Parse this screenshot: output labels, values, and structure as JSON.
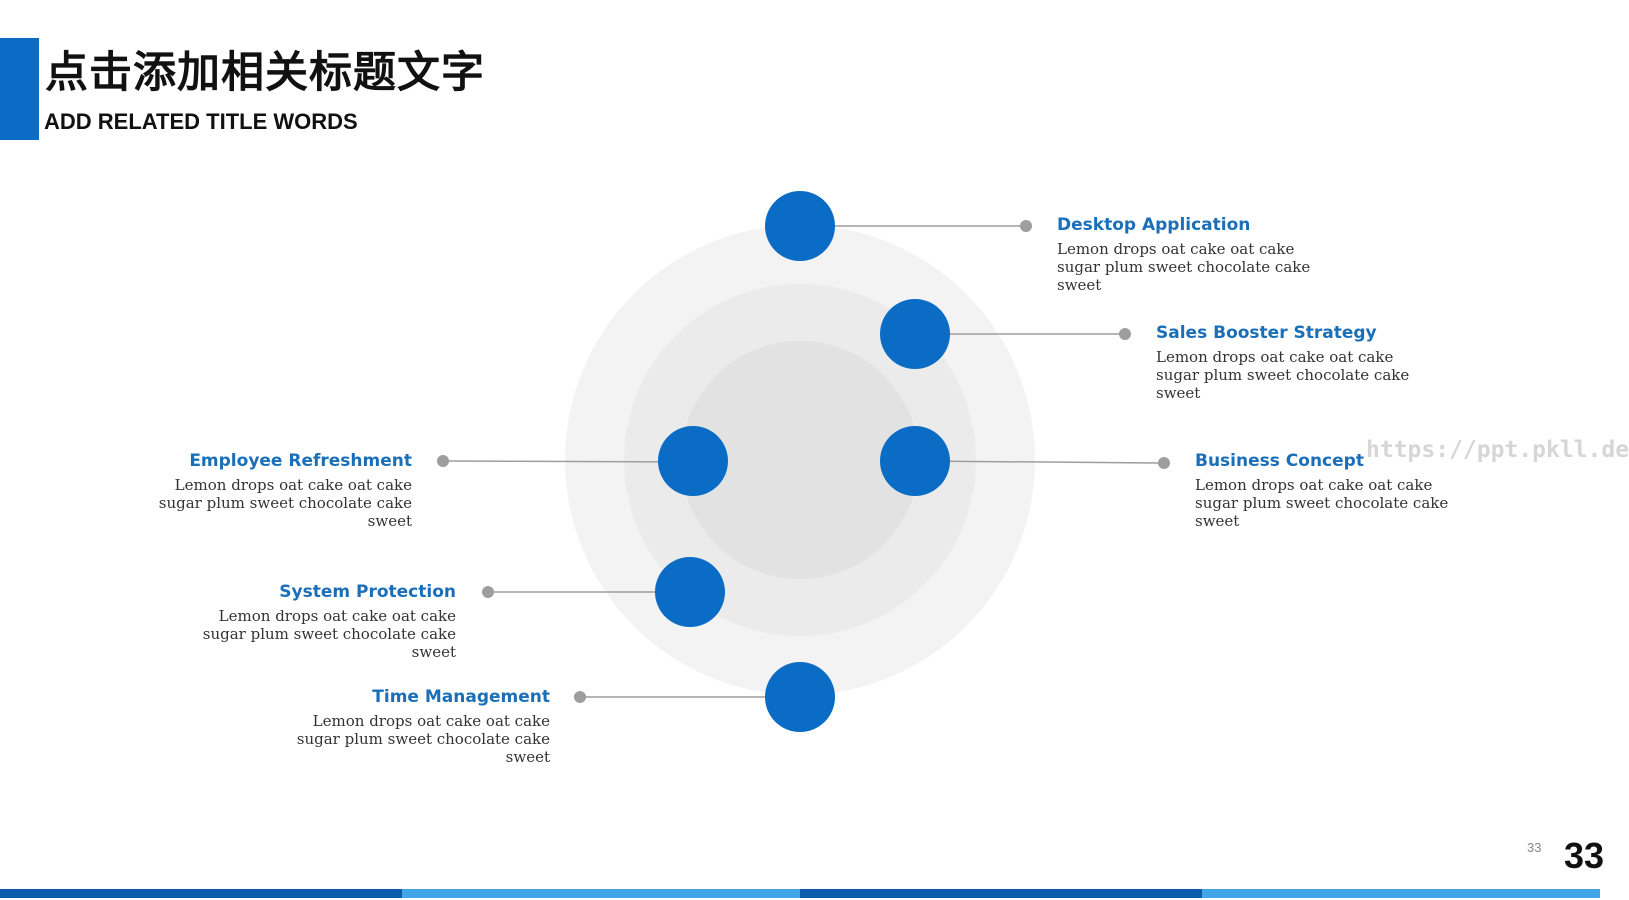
{
  "header": {
    "title_cn": "点击添加相关标题文字",
    "title_en": "ADD RELATED TITLE WORDS"
  },
  "colors": {
    "accent": "#0a6cc4",
    "node": "#0a6cc4",
    "item_title": "#1a6fb8",
    "connector": "#9e9e9e",
    "ring_outer": "#f3f3f3",
    "ring_middle": "#ebebeb",
    "ring_inner": "#e2e2e2",
    "footer_dark": "#0b5cab",
    "footer_light": "#42a5e8"
  },
  "items": [
    {
      "title": "Desktop Application",
      "desc": "Lemon drops oat cake oat cake sugar plum sweet chocolate cake sweet"
    },
    {
      "title": "Sales Booster Strategy",
      "desc": "Lemon drops oat cake oat cake sugar plum sweet chocolate cake sweet"
    },
    {
      "title": "Business Concept",
      "desc": "Lemon drops oat cake oat cake sugar plum sweet chocolate cake sweet"
    },
    {
      "title": "Employee Refreshment",
      "desc": "Lemon drops oat cake oat cake sugar plum sweet chocolate cake sweet"
    },
    {
      "title": "System Protection",
      "desc": "Lemon drops oat cake oat cake sugar plum sweet chocolate cake sweet"
    },
    {
      "title": "Time Management",
      "desc": "Lemon drops oat cake oat cake sugar plum sweet chocolate cake sweet"
    }
  ],
  "watermark": "https://ppt.pkll.de",
  "page": {
    "number_small": "33",
    "number_big": "33"
  }
}
